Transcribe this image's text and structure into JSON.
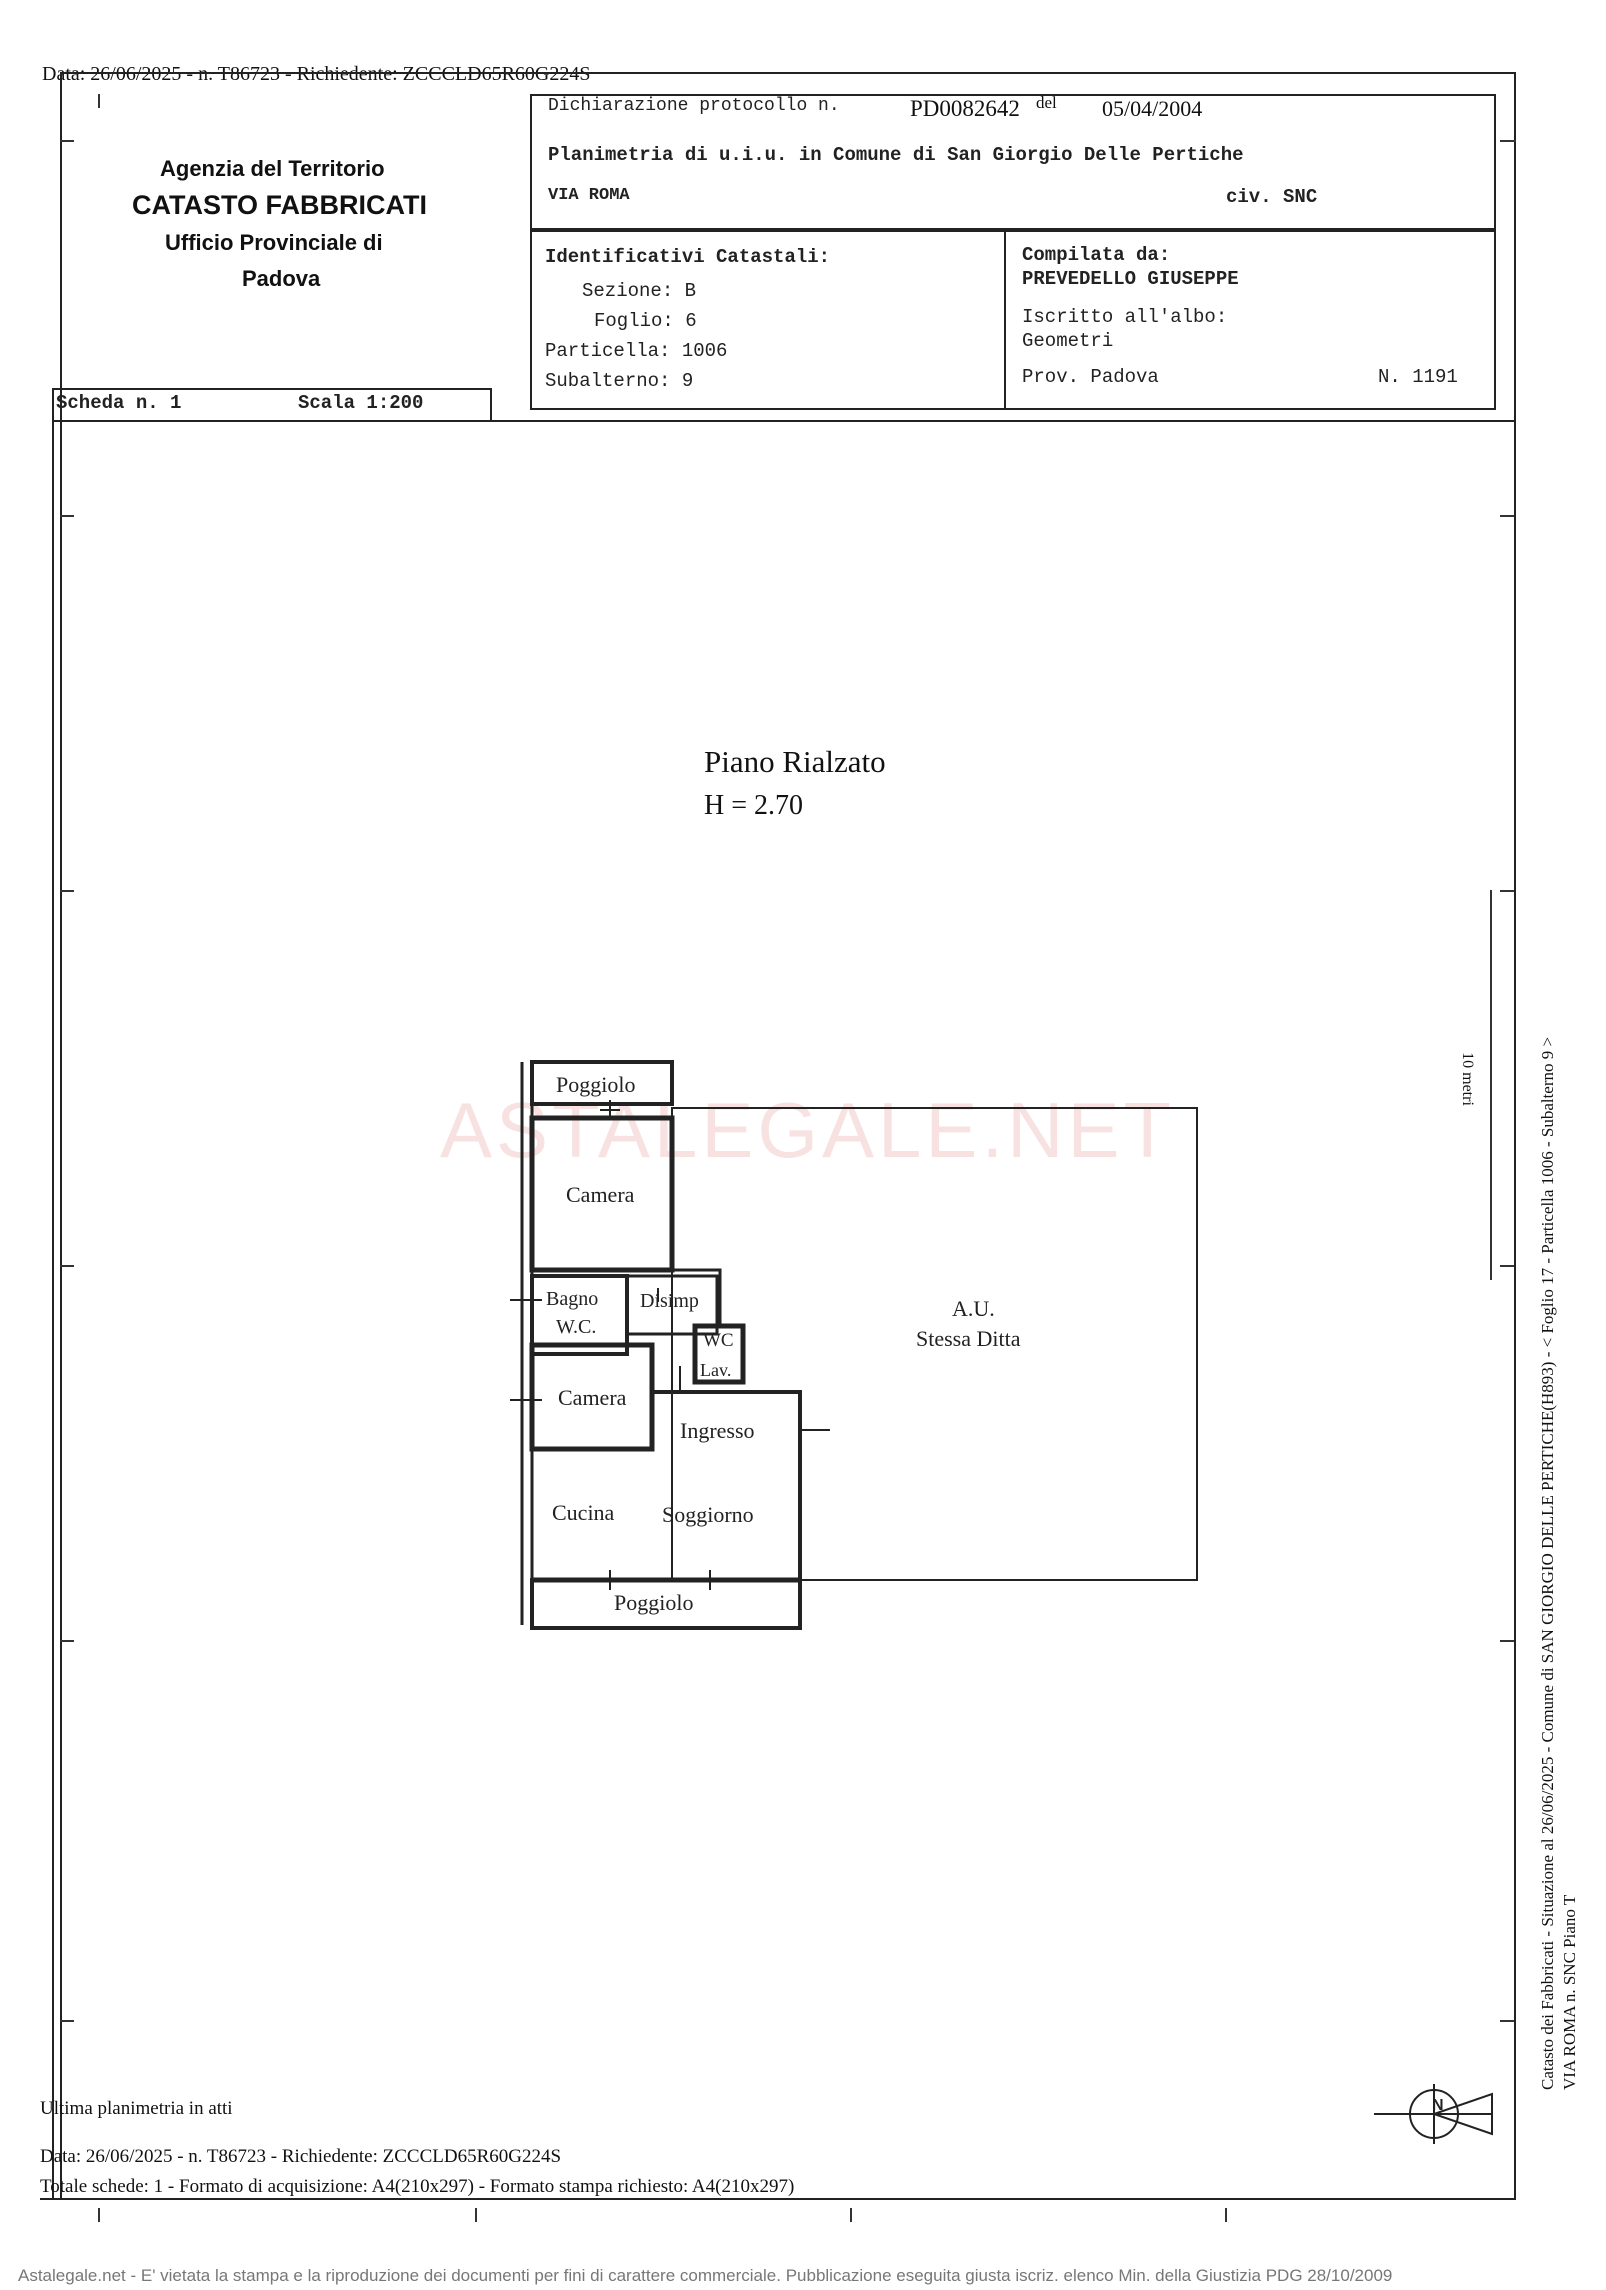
{
  "top_stamp": "Data: 26/06/2025 - n. T86723 - Richiedente: ZCCCLD65R60G224S",
  "agency": {
    "line1": "Agenzia del Territorio",
    "line2": "CATASTO FABBRICATI",
    "line3": "Ufficio Provinciale di",
    "line4": "Padova"
  },
  "header": {
    "protocol_label": "Dichiarazione protocollo n.",
    "protocol_number": "PD0082642",
    "del_label": "del",
    "date": "05/04/2004",
    "planimetria": "Planimetria di u.i.u. in Comune di San Giorgio Delle Pertiche",
    "street": "VIA ROMA",
    "civ": "civ. SNC"
  },
  "identificativi": {
    "title": "Identificativi Catastali:",
    "sezione": "Sezione: B",
    "foglio": "Foglio: 6",
    "particella": "Particella: 1006",
    "subalterno": "Subalterno: 9"
  },
  "compilata": {
    "title": "Compilata da:",
    "name": "PREVEDELLO GIUSEPPE",
    "iscritto": "Iscritto all'albo:",
    "albo": "Geometri",
    "prov": "Prov. Padova",
    "numero": "N. 1191"
  },
  "scheda": {
    "number": "Scheda n. 1",
    "scala": "Scala 1:200"
  },
  "plan": {
    "floor": "Piano Rialzato",
    "height": "H = 2.70",
    "rooms": {
      "poggiolo_top": "Poggiolo",
      "camera_top": "Camera",
      "bagno": "Bagno",
      "wc": "W.C.",
      "disimp": "Disimp",
      "wc_small": "WC",
      "lav": "Lav.",
      "camera_mid": "Camera",
      "ingresso": "Ingresso",
      "cucina": "Cucina",
      "soggiorno": "Soggiorno",
      "poggiolo_bottom": "Poggiolo"
    },
    "au_line1": "A.U.",
    "au_line2": "Stessa Ditta",
    "watermark": "ASTALEGALE.NET",
    "side_mark": "10 metri"
  },
  "side_text": {
    "line1": "Catasto dei Fabbricati - Situazione al 26/06/2025 - Comune di SAN GIORGIO DELLE PERTICHE(H893) - < Foglio 17 - Particella 1006 - Subalterno 9 >",
    "line2": "VIA ROMA n. SNC Piano T"
  },
  "footer": {
    "ultima": "Ultima planimetria in atti",
    "data": "Data: 26/06/2025 - n. T86723 - Richiedente: ZCCCLD65R60G224S",
    "totale": "Totale schede: 1 - Formato di acquisizione: A4(210x297)  - Formato stampa richiesto: A4(210x297)",
    "disclaimer": "Astalegale.net - E' vietata la stampa e la riproduzione dei documenti per fini di carattere commerciale. Pubblicazione eseguita giusta iscriz. elenco Min. della Giustizia PDG 28/10/2009"
  },
  "icons": {
    "north": "north-arrow-icon"
  }
}
